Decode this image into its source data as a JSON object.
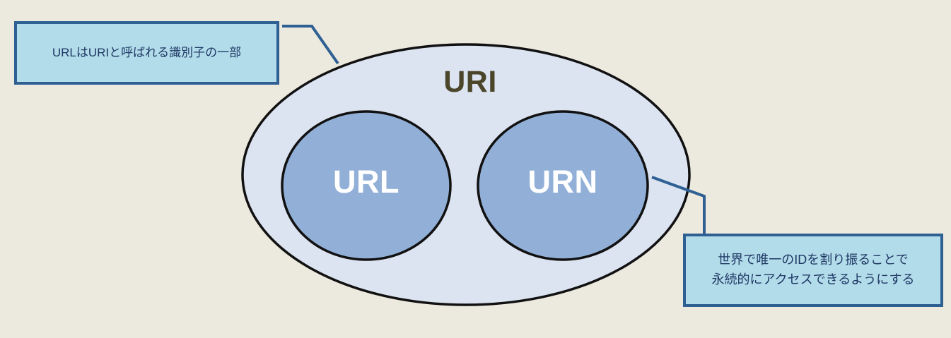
{
  "diagram": {
    "title": "URI / URL / URN relationship diagram",
    "background_color": "#ece9de",
    "outer_shape": {
      "name": "URI",
      "label": "URI",
      "kind": "ellipse",
      "fill_color": "#dce3f1",
      "stroke_color": "#1a1a1a",
      "label_color": "#4b452a"
    },
    "inner_shapes": [
      {
        "name": "URL",
        "label": "URL",
        "kind": "ellipse",
        "fill_color": "#92b0d7",
        "stroke_color": "#1a1a1a",
        "label_color": "#ffffff"
      },
      {
        "name": "URN",
        "label": "URN",
        "kind": "ellipse",
        "fill_color": "#92b0d7",
        "stroke_color": "#1a1a1a",
        "label_color": "#ffffff"
      }
    ],
    "callouts": [
      {
        "id": "callout-left",
        "target": "URI",
        "text": "URLはURIと呼ばれる識別子の一部",
        "fill_color": "#b2dcea",
        "border_color": "#2e6093",
        "text_color": "#1f3864"
      },
      {
        "id": "callout-right",
        "target": "URN",
        "text": "世界で唯一のIDを割り振ることで\n永続的にアクセスできるようにする",
        "fill_color": "#b2dcea",
        "border_color": "#2e6093",
        "text_color": "#1f3864"
      }
    ],
    "connectors": [
      {
        "id": "connector-left",
        "from": "callout-left",
        "to": "URI",
        "color": "#2e6093"
      },
      {
        "id": "connector-right",
        "from": "URN",
        "to": "callout-right",
        "color": "#2e6093"
      }
    ]
  }
}
